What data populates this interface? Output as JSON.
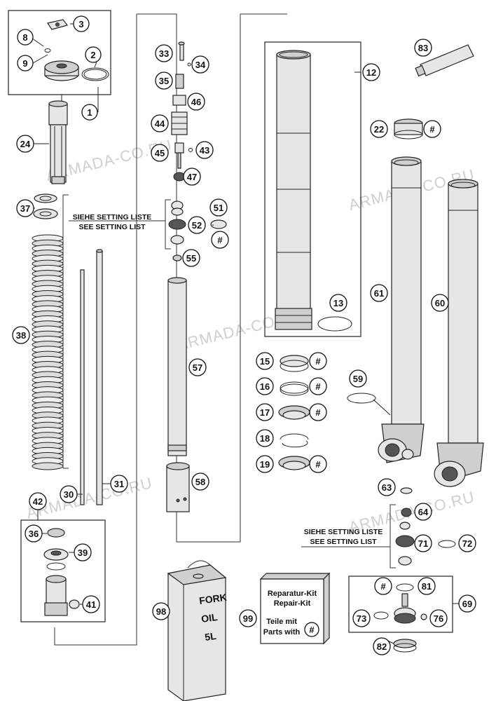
{
  "watermark": "ARMADA-CO.RU",
  "setting_note_de": "SIEHE SETTING LISTE",
  "setting_note_en": "SEE SETTING LIST",
  "oil_can": {
    "line1": "FORK",
    "line2": "OIL",
    "line3": "5L"
  },
  "repair_kit": {
    "line1": "Reparatur-Kit",
    "line2": "Repair-Kit",
    "line3": "Teile mit",
    "line4": "Parts with"
  },
  "hash_symbol": "#",
  "callouts": {
    "c1": "1",
    "c2": "2",
    "c3": "3",
    "c8": "8",
    "c9": "9",
    "c12": "12",
    "c13": "13",
    "c15": "15",
    "c16": "16",
    "c17": "17",
    "c18": "18",
    "c19": "19",
    "c22": "22",
    "c24": "24",
    "c30": "30",
    "c31": "31",
    "c33": "33",
    "c34": "34",
    "c35": "35",
    "c36": "36",
    "c37": "37",
    "c38": "38",
    "c39": "39",
    "c41": "41",
    "c42": "42",
    "c43": "43",
    "c44": "44",
    "c45": "45",
    "c46": "46",
    "c47": "47",
    "c51": "51",
    "c52": "52",
    "c55": "55",
    "c57": "57",
    "c58": "58",
    "c59": "59",
    "c60": "60",
    "c61": "61",
    "c63": "63",
    "c64": "64",
    "c69": "69",
    "c71": "71",
    "c72": "72",
    "c73": "73",
    "c76": "76",
    "c81": "81",
    "c82": "82",
    "c83": "83",
    "c98": "98",
    "c99": "99"
  }
}
